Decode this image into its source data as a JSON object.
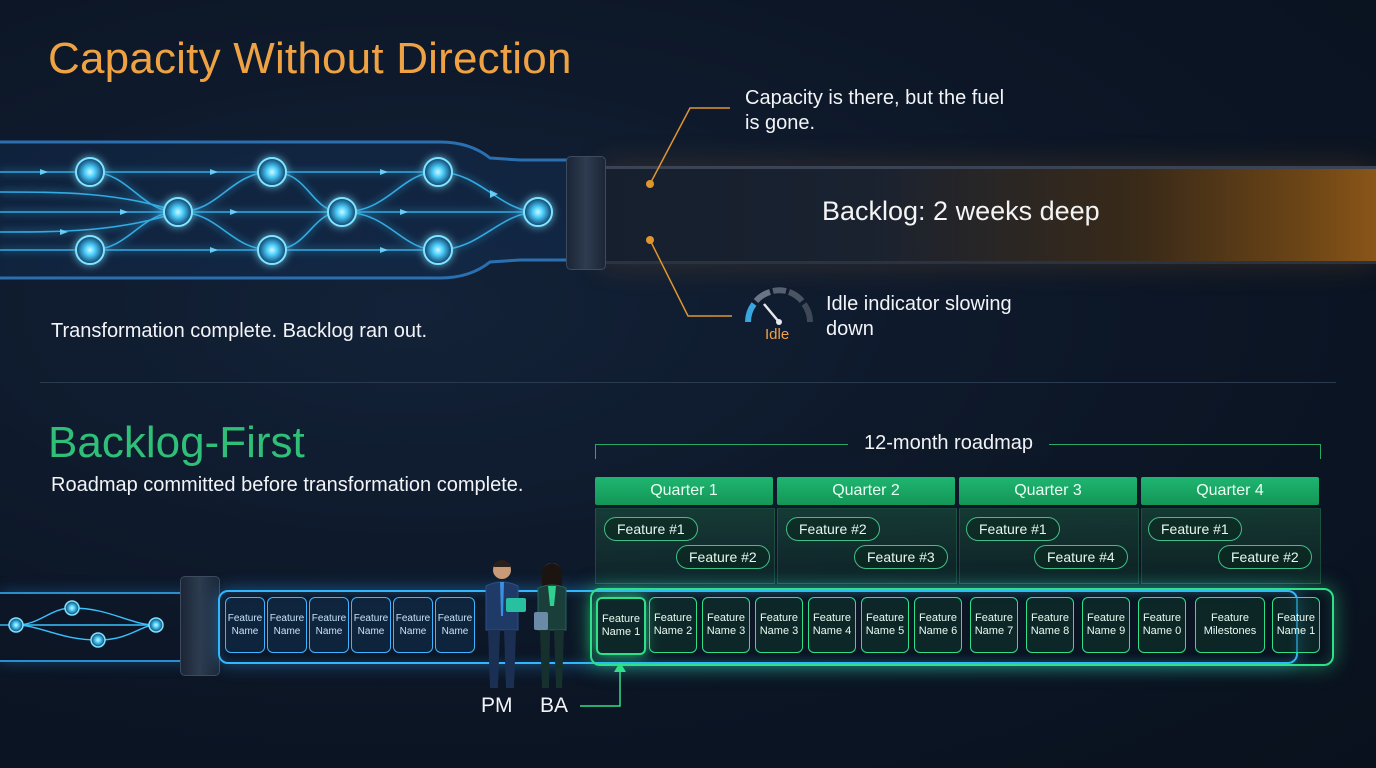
{
  "top": {
    "title": "Capacity Without Direction",
    "annotation": "Capacity is there, but the fuel is gone.",
    "backlog": "Backlog: 2 weeks deep",
    "idle_caption": "Idle indicator slowing down",
    "gauge_text": "Idle",
    "caption": "Transformation complete. Backlog ran out."
  },
  "bottom": {
    "title": "Backlog-First",
    "subtitle": "Roadmap committed before transformation complete.",
    "roadmap_label": "12-month roadmap",
    "quarters": [
      {
        "label": "Quarter 1",
        "features": [
          "Feature #1",
          "Feature #2"
        ]
      },
      {
        "label": "Quarter 2",
        "features": [
          "Feature #2",
          "Feature #3"
        ]
      },
      {
        "label": "Quarter 3",
        "features": [
          "Feature #1",
          "Feature #4"
        ]
      },
      {
        "label": "Quarter 4",
        "features": [
          "Feature #1",
          "Feature #2"
        ]
      }
    ],
    "blue_items": [
      "Feature Name",
      "Feature Name",
      "Feature Name",
      "Feature Name",
      "Feature Name",
      "Feature Name"
    ],
    "green_items": [
      "Feature Name 1",
      "Feature Name 2",
      "Feature Name 3",
      "Feature Name 3",
      "Feature Name 4",
      "Feature Name 5",
      "Feature Name 6",
      "Feature Name 7",
      "Feature Name 8",
      "Feature Name 9",
      "Feature Name 0",
      "Feature Milestones",
      "Feature Name 1"
    ],
    "people": [
      "PM",
      "BA"
    ]
  },
  "colors": {
    "orange": "#eea243",
    "green": "#2fbf78",
    "neon_blue": "#31b6ff",
    "neon_green": "#2fe08a"
  }
}
